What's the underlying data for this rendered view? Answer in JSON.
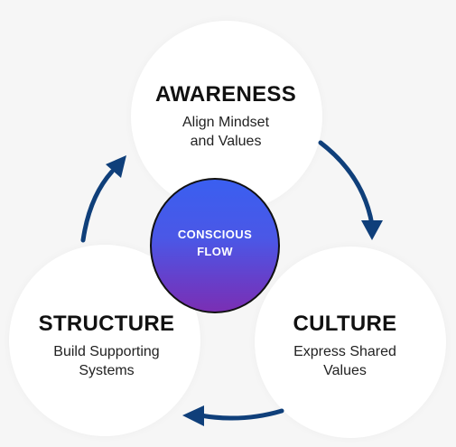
{
  "center": {
    "text_line1": "CONSCIOUS",
    "text_line2": "FLOW"
  },
  "nodes": {
    "awareness": {
      "title": "AWARENESS",
      "subtitle_line1": "Align Mindset",
      "subtitle_line2": "and Values"
    },
    "structure": {
      "title": "STRUCTURE",
      "subtitle_line1": "Build Supporting",
      "subtitle_line2": "Systems"
    },
    "culture": {
      "title": "CULTURE",
      "subtitle_line1": "Express Shared",
      "subtitle_line2": "Values"
    }
  },
  "colors": {
    "arrow": "#0f3f7a",
    "center_top": "#3a5ff0",
    "center_bottom": "#7a2fb4",
    "node_fill": "#ffffff",
    "background": "#f6f6f6"
  },
  "flow": [
    "awareness",
    "culture",
    "structure",
    "awareness"
  ]
}
